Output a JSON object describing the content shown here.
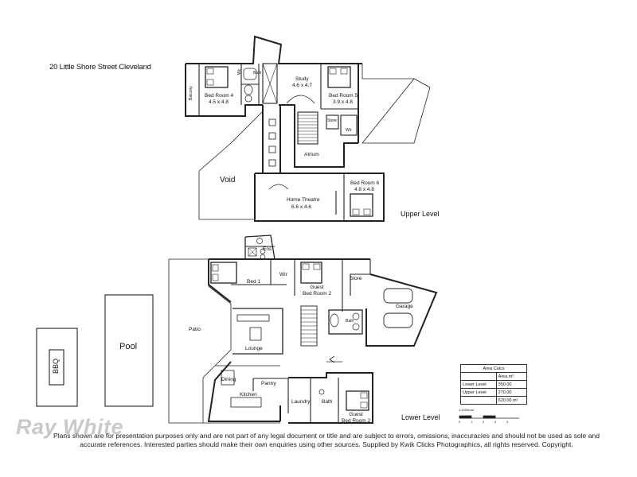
{
  "address": "20 Little Shore Street Cleveland",
  "levels": {
    "upper": "Upper Level",
    "lower": "Lower Level"
  },
  "upper_rooms": {
    "balcony": "Balcony",
    "bed4": {
      "name": "Bed Room 4",
      "size": "4.5 x 4.8"
    },
    "bath": "Bath",
    "wc": "Wc",
    "study": {
      "name": "Study",
      "size": "4.6 x 4.7"
    },
    "bed5": {
      "name": "Bed Room 5",
      "size": "3.9 x 4.8"
    },
    "store": "Store",
    "wir": "Wir",
    "atrium": "Atrium",
    "void": "Void",
    "home_theatre": {
      "name": "Home Theatre",
      "size": "6.6 x 4.6"
    },
    "bed6": {
      "name": "Bed Room 6",
      "size": "4.8 x 4.8"
    }
  },
  "lower_rooms": {
    "ens": "Ens",
    "wir": "Wir",
    "bed1": "Bed 1",
    "guest_bed2": "Guest\nBed Room 2",
    "store": "Store",
    "garage": "Garage",
    "bath": "Bath",
    "patio": "Patio",
    "lounge": "Lounge",
    "dining": "Dining",
    "kitchen": "Kitchen",
    "pantry": "Pantry",
    "laundry": "Laundry",
    "bath2": "Bath",
    "guest_bed2b": "Guest\nBed Room 2",
    "pool": "Pool",
    "bbq": "BBQ"
  },
  "area_calcs": {
    "title": "Area Calcs",
    "unit_header": "Area m²",
    "rows": [
      {
        "label": "Lower Level",
        "value": "350.00"
      },
      {
        "label": "Upper Level",
        "value": "270.00"
      },
      {
        "label": "",
        "value": "620.00 m²"
      }
    ]
  },
  "scale": {
    "label": "1:1000mm",
    "ticks": [
      "0",
      "1",
      "2",
      "3",
      "4"
    ]
  },
  "branding": {
    "logo": "Ray White"
  },
  "disclaimer": "Plans shown are for presentation purposes only and are not part of any legal document or title and are subject to errors, omissions, inaccuracies and should not be used as sole and accurate references. Interested parties should make their own enquiries using other sources. Supplied by Kwik Clicks Photographics, all rights reserved.  Copyright."
}
